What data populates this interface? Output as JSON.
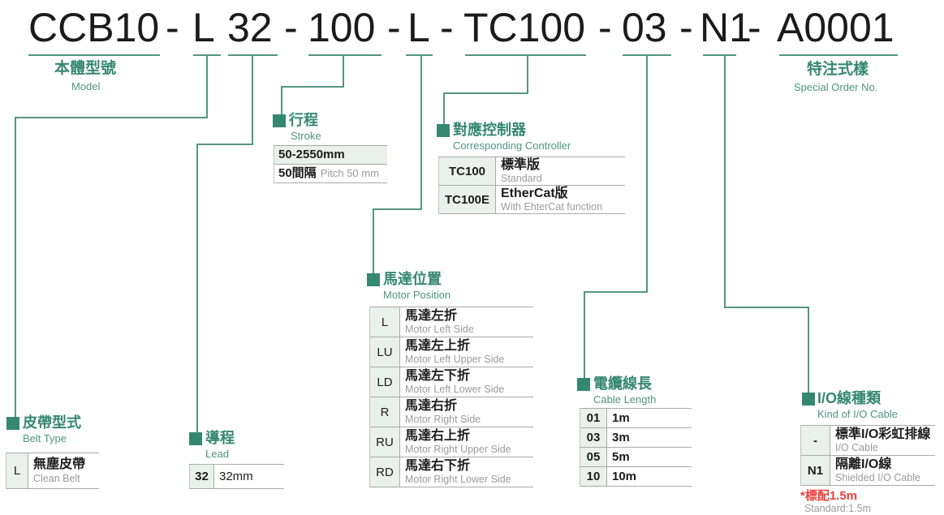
{
  "colors": {
    "accent": "#35886f",
    "line": "#55957e",
    "note_red": "#e9403c"
  },
  "model": {
    "full_text": "CCB10 - L 32 - 100 - L - TC100 - 03 - N1 - A0001",
    "segments": [
      "CCB10",
      "-",
      "L",
      "32",
      "-",
      "100",
      "-",
      "L",
      "-",
      "TC100",
      "-",
      "03",
      "-",
      "N1",
      "-",
      "A0001"
    ]
  },
  "sections": {
    "model": {
      "title_zh": "本體型號",
      "title_en": "Model"
    },
    "belt": {
      "title_zh": "皮帶型式",
      "title_en": "Belt Type",
      "rows": [
        {
          "code": "L",
          "zh": "無塵皮帶",
          "en": "Clean Belt"
        }
      ]
    },
    "lead": {
      "title_zh": "導程",
      "title_en": "Lead",
      "rows": [
        {
          "code": "32",
          "desc": "32mm"
        }
      ]
    },
    "stroke": {
      "title_zh": "行程",
      "title_en": "Stroke",
      "range": "50-2550mm",
      "pitch_zh": "50間隔",
      "pitch_en": "Pitch 50 mm"
    },
    "motor": {
      "title_zh": "馬達位置",
      "title_en": "Motor Position",
      "rows": [
        {
          "code": "L",
          "zh": "馬達左折",
          "en": "Motor Left Side"
        },
        {
          "code": "LU",
          "zh": "馬達左上折",
          "en": "Motor Left Upper Side"
        },
        {
          "code": "LD",
          "zh": "馬達左下折",
          "en": "Motor Left Lower Side"
        },
        {
          "code": "R",
          "zh": "馬達右折",
          "en": "Motor Right Side"
        },
        {
          "code": "RU",
          "zh": "馬達右上折",
          "en": "Motor Right Upper Side"
        },
        {
          "code": "RD",
          "zh": "馬達右下折",
          "en": "Motor Right Lower Side"
        }
      ]
    },
    "controller": {
      "title_zh": "對應控制器",
      "title_en": "Corresponding Controller",
      "rows": [
        {
          "code": "TC100",
          "zh": "標準版",
          "en": "Standard"
        },
        {
          "code": "TC100E",
          "zh": "EtherCat版",
          "en": "With EhterCat function"
        }
      ]
    },
    "cable": {
      "title_zh": "電纜線長",
      "title_en": "Cable Length",
      "rows": [
        {
          "code": "01",
          "desc": "1m"
        },
        {
          "code": "03",
          "desc": "3m"
        },
        {
          "code": "05",
          "desc": "5m"
        },
        {
          "code": "10",
          "desc": "10m"
        }
      ]
    },
    "io": {
      "title_zh": "I/O線種類",
      "title_en": "Kind of I/O Cable",
      "rows": [
        {
          "code": "-",
          "zh": "標準I/O彩虹排線",
          "en": "I/O Cable"
        },
        {
          "code": "N1",
          "zh": "隔離I/O線",
          "en": "Shielded I/O Cable"
        }
      ],
      "note_zh": "*標配1.5m",
      "note_en": "Standard:1.5m"
    },
    "special": {
      "title_zh": "特注式樣",
      "title_en": "Special Order No."
    }
  }
}
